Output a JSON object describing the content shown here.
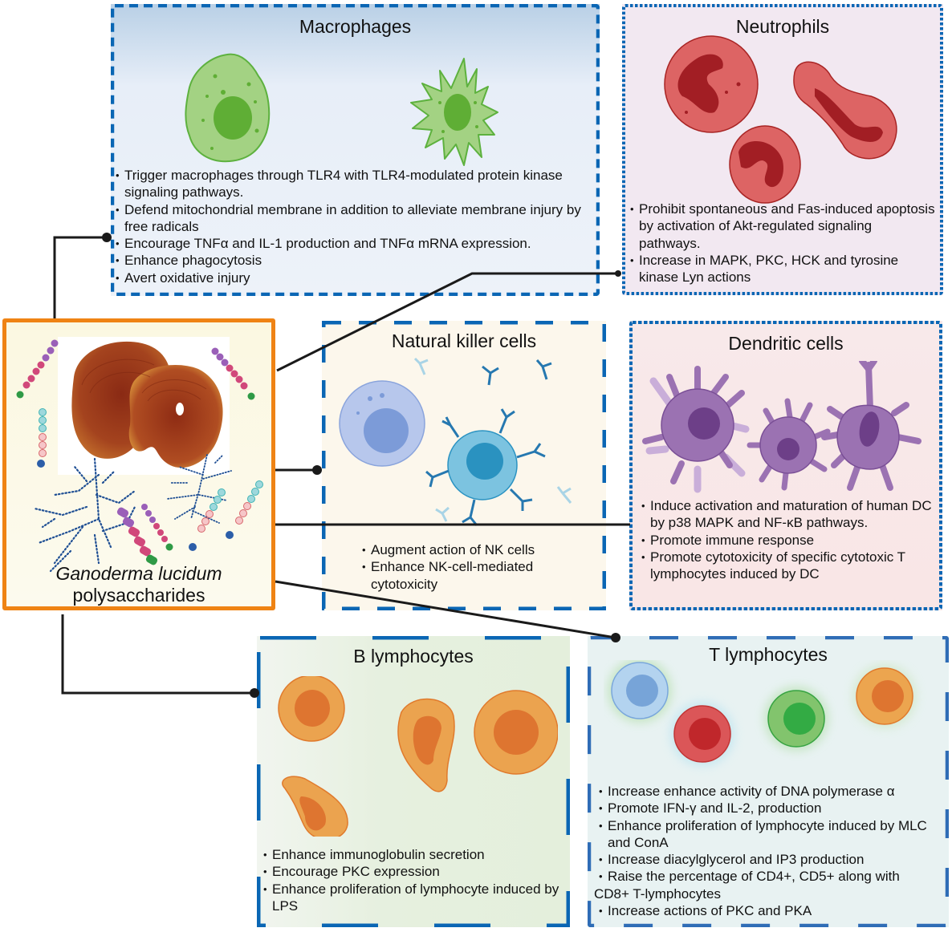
{
  "center": {
    "caption_italic": "Ganoderma lucidum",
    "caption": "polysaccharides",
    "image": "ganoderma-mushroom-photo",
    "decorations": [
      "polysaccharide-chain",
      "branched-glucan"
    ]
  },
  "panels": {
    "macrophages": {
      "title": "Macrophages",
      "bullets": [
        "Trigger macrophages through TLR4 with TLR4-modulated protein kinase signaling pathways.",
        "Defend mitochondrial membrane in addition to alleviate membrane injury by free radicals",
        "Encourage TNFα and IL-1 production and TNFα mRNA expression.",
        "Enhance phagocytosis",
        "Avert oxidative injury"
      ]
    },
    "neutrophils": {
      "title": "Neutrophils",
      "bullets": [
        "Prohibit spontaneous and Fas-induced apoptosis by activation of Akt-regulated signaling pathways.",
        "Increase in MAPK, PKC, HCK and tyrosine kinase Lyn actions"
      ]
    },
    "nk_cells": {
      "title": "Natural killer cells",
      "bullets": [
        "Augment action of NK cells",
        "Enhance NK-cell-mediated cytotoxicity"
      ]
    },
    "dendritic": {
      "title": "Dendritic cells",
      "bullets": [
        "Induce activation and maturation of human DC by p38 MAPK and NF-κB pathways.",
        "Promote immune response",
        "Promote cytotoxicity of specific cytotoxic T lymphocytes induced by DC"
      ]
    },
    "b_lymphocytes": {
      "title": "B lymphocytes",
      "bullets": [
        "Enhance immunoglobulin secretion",
        "Encourage PKC expression",
        "Enhance proliferation of lymphocyte induced by LPS"
      ]
    },
    "t_lymphocytes": {
      "title": "T lymphocytes",
      "bullets": [
        "Increase enhance activity of DNA  polymerase α",
        "Promote  IFN-γ  and IL-2, production",
        "Enhance proliferation of lymphocyte induced by MLC and ConA",
        "Increase diacylglycerol and IP3  production",
        "Raise the percentage of CD4+,  CD5+ along with"
      ],
      "bullet_continuation": "CD8+ T-lymphocytes",
      "last_bullet": "Increase actions of PKC and PKA"
    }
  },
  "colors": {
    "border_blue": "#0a66b4",
    "center_border": "#ef8314",
    "connector": "#1a1a1a",
    "macrophage_green": "#9dcf7e",
    "neutrophil_red": "#dd6464",
    "nk_blue": "#7cc3e0",
    "dendritic_purple": "#9b72b2",
    "b_orange": "#eba34f"
  }
}
